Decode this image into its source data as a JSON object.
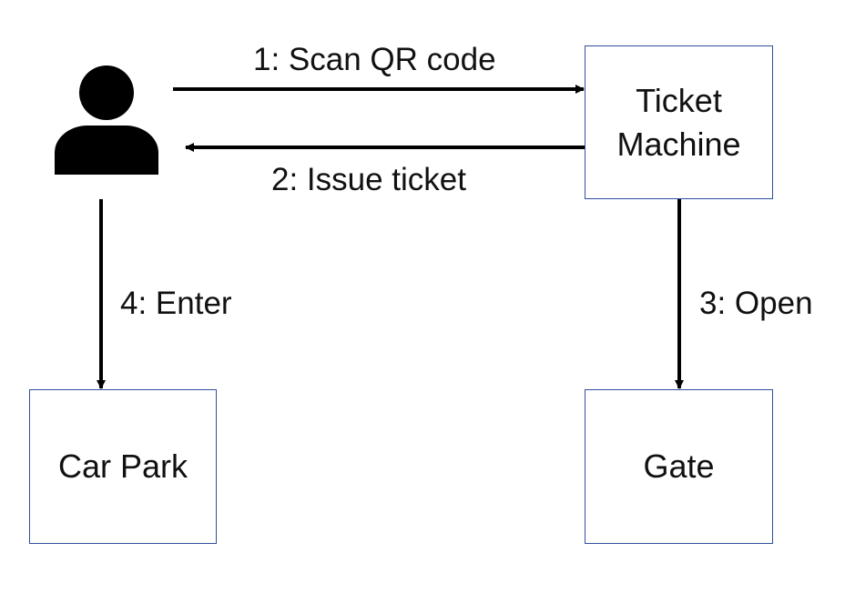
{
  "nodes": {
    "ticket_machine": {
      "line1": "Ticket",
      "line2": "Machine"
    },
    "car_park": {
      "label": "Car Park"
    },
    "gate": {
      "label": "Gate"
    }
  },
  "edges": [
    {
      "from": "user",
      "to": "ticket_machine",
      "label": "1: Scan QR code"
    },
    {
      "from": "ticket_machine",
      "to": "user",
      "label": "2: Issue ticket"
    },
    {
      "from": "ticket_machine",
      "to": "gate",
      "label": "3: Open"
    },
    {
      "from": "user",
      "to": "car_park",
      "label": "4: Enter"
    }
  ],
  "icons": {
    "user": "person-icon"
  },
  "colors": {
    "box_border": "#2f4fa0",
    "arrow": "#000000",
    "text": "#111111"
  }
}
